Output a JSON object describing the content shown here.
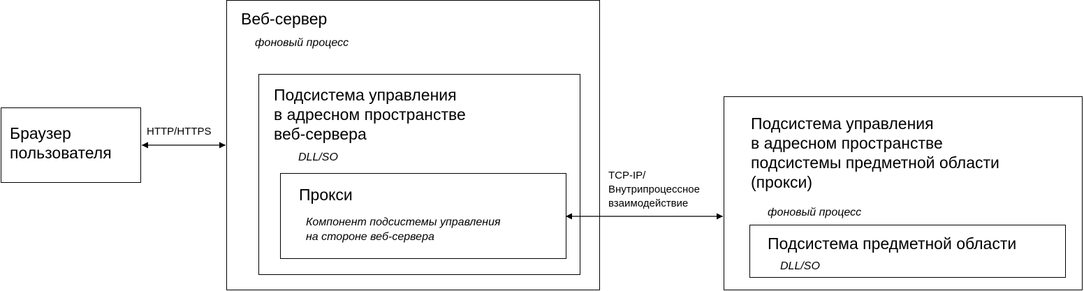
{
  "browser": {
    "title": "Браузер\nпользователя"
  },
  "web_server": {
    "title": "Веб-сервер",
    "subtitle": "фоновый процесс",
    "mgmt_subsystem": {
      "title": "Подсистема управления\nв адресном пространстве\nвеб-сервера",
      "subtitle": "DLL/SO",
      "proxy": {
        "title": "Прокси",
        "subtitle": "Компонент подсистемы управления\nна стороне веб-сервера"
      }
    }
  },
  "domain_host": {
    "title": "Подсистема управления\nв адресном пространстве\nподсистемы предметной области\n(прокси)",
    "subtitle": "фоновый процесс",
    "domain_subsystem": {
      "title": "Подсистема предметной области",
      "subtitle": "DLL/SO"
    }
  },
  "connections": {
    "http_label": "HTTP/HTTPS",
    "tcp_label": "TCP-IP/\nВнутрипроцессное\nвзаимодействие"
  },
  "colors": {
    "line": "#000000",
    "background": "#ffffff"
  }
}
